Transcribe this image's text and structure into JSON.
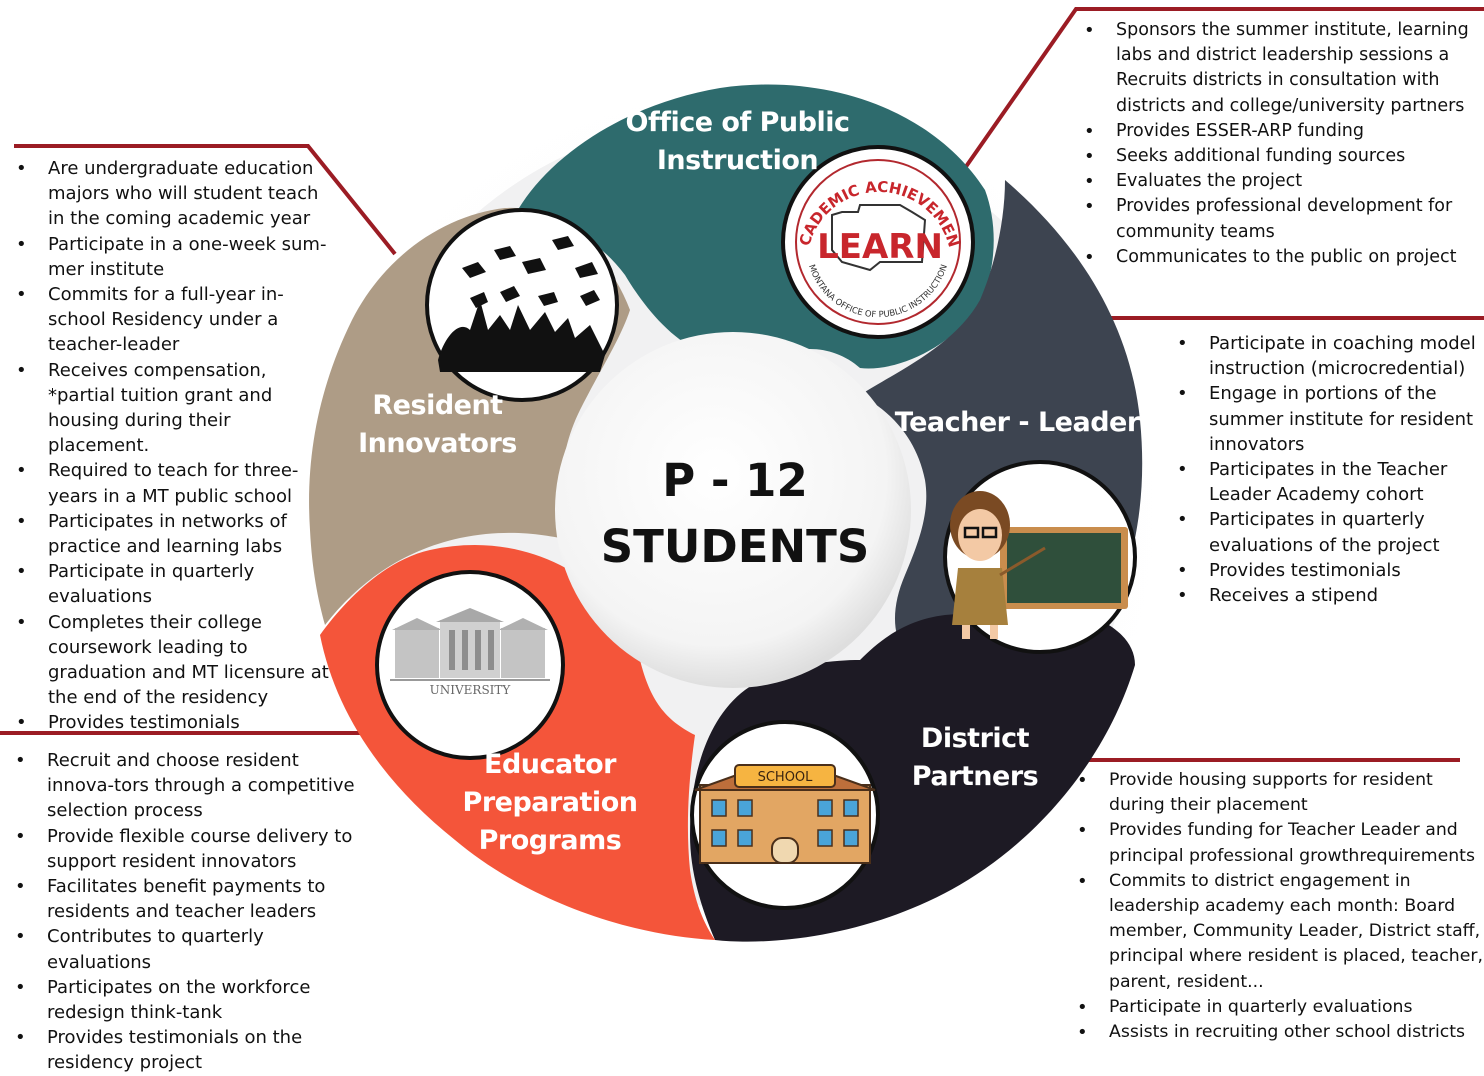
{
  "center": {
    "line1": "P - 12",
    "line2": "STUDENTS"
  },
  "segments": {
    "opi": {
      "label": "Office of Public\nInstruction",
      "color": "#2e6b6d",
      "icon": "learn-logo-icon"
    },
    "teacher_leaders": {
      "label": "Teacher - Leaders",
      "color": "#3d4450",
      "icon": "teacher-at-chalkboard-icon"
    },
    "district_partners": {
      "label": "District Partners",
      "color": "#1d1a24",
      "icon": "school-building-icon"
    },
    "epp": {
      "label": "Educator\nPreparation\nPrograms",
      "color": "#f4553a",
      "icon": "university-building-icon"
    },
    "resident_innovators": {
      "label": "Resident\nInnovators",
      "color": "#ae9c86",
      "icon": "graduates-silhouette-icon"
    }
  },
  "logo": {
    "arc_text": "ACADEMIC ACHIEVEMENT",
    "main_text": "LEARN",
    "bottom_text": "MONTANA OFFICE OF PUBLIC INSTRUCTION"
  },
  "university_text": "UNIVERSITY",
  "school_text": "SCHOOL",
  "accent_line_color": "#9b1c24",
  "notes": {
    "opi": [
      "Sponsors the summer institute, learning labs and district leadership sessions a Recruits districts in consultation with districts and college/university partners",
      "Provides ESSER-ARP funding",
      "Seeks additional funding sources",
      "Evaluates the project",
      "Provides professional development for community teams",
      "Communicates to the public on project"
    ],
    "resident": [
      "Are undergraduate education majors who will student teach in the coming academic year",
      "Participate in a one-week sum-mer institute",
      "Commits for a full-year in-school Residency under a teacher-leader",
      "Receives compensation, *partial tuition grant and housing during their placement.",
      "Required to teach for three-years in a MT public school",
      "Participates in networks of practice and learning labs",
      "Participate in quarterly evaluations",
      "Completes their college coursework leading to graduation and MT licensure at the end of the residency",
      "Provides testimonials"
    ],
    "teacher": [
      "Participate in coaching model instruction (microcredential)",
      "Engage in portions of the summer institute for resident innovators",
      "Participates in the Teacher Leader Academy cohort",
      "Participates in quarterly evaluations of the project",
      "Provides testimonials",
      "Receives a stipend"
    ],
    "epp": [
      "Recruit and choose resident innova-tors through a competitive selection process",
      "Provide flexible course delivery to support resident innovators",
      "Facilitates benefit payments to residents and teacher leaders",
      "Contributes to quarterly evaluations",
      "Participates on the workforce redesign think-tank",
      "Provides testimonials on the residency project"
    ],
    "district": [
      "Provide housing supports for resident during their placement",
      "Provides funding for Teacher Leader and principal professional  growthrequirements",
      "Commits to district engagement in leadership academy each month:  Board member, Community Leader, District staff, principal where resident is placed, teacher, parent, resident...",
      "Participate in quarterly evaluations",
      "Assists in recruiting other school districts"
    ]
  }
}
